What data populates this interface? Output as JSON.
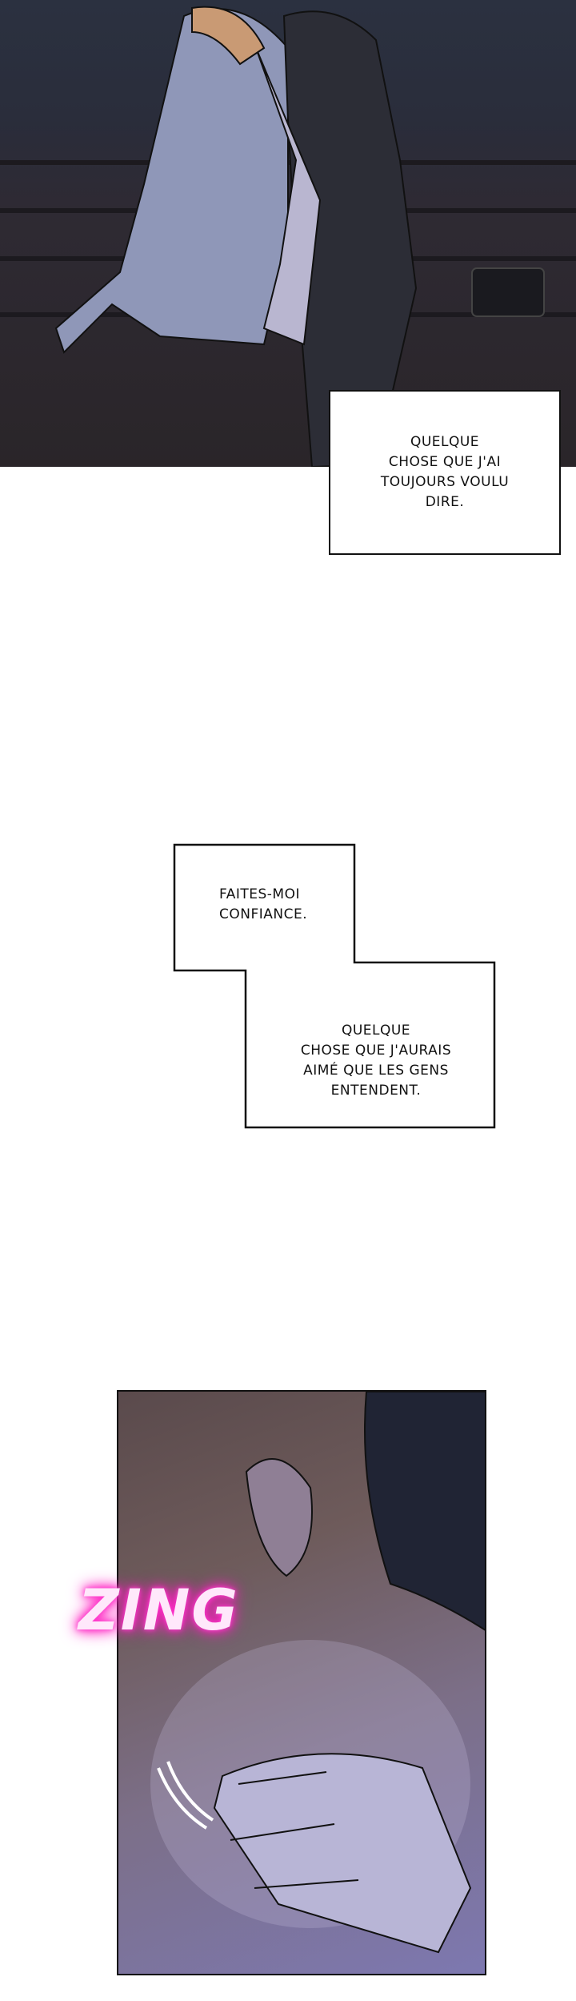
{
  "panels": {
    "top": {
      "caption": "QUELQUE\nCHOSE QUE J'AI\nTOUJOURS VOULU\nDIRE."
    },
    "middle": {
      "caption1": "FAITES-MOI\nCONFIANCE.",
      "caption2": "QUELQUE\nCHOSE QUE J'AURAIS\nAIMÉ QUE LES GENS\nENTENDENT."
    },
    "bottom": {
      "sfx": "ZING"
    }
  },
  "colors": {
    "sfx_glow": "#ff1cc0",
    "night_bg": "#2b3140"
  }
}
